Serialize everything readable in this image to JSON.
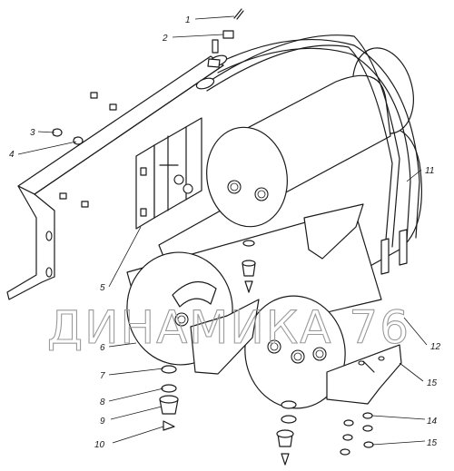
{
  "watermark": "ДИНАМИКА 76",
  "callouts": [
    {
      "id": "c1",
      "label": "1"
    },
    {
      "id": "c2",
      "label": "2"
    },
    {
      "id": "c3",
      "label": "3"
    },
    {
      "id": "c4",
      "label": "4"
    },
    {
      "id": "c5",
      "label": "5"
    },
    {
      "id": "c6",
      "label": "6"
    },
    {
      "id": "c7",
      "label": "7"
    },
    {
      "id": "c8",
      "label": "8"
    },
    {
      "id": "c9",
      "label": "9"
    },
    {
      "id": "c10",
      "label": "10"
    },
    {
      "id": "c11",
      "label": "11"
    },
    {
      "id": "c12",
      "label": "12"
    },
    {
      "id": "c14",
      "label": "14"
    },
    {
      "id": "c15a",
      "label": "15"
    },
    {
      "id": "c15b",
      "label": "15"
    }
  ]
}
